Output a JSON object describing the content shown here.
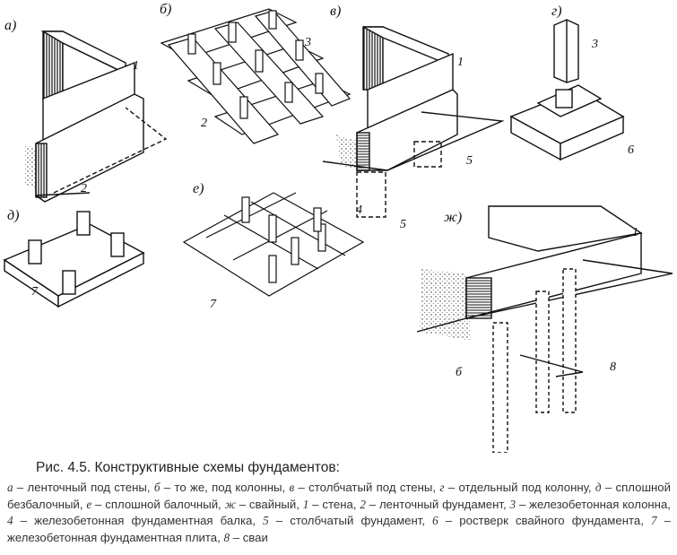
{
  "figure": {
    "panels": [
      {
        "letter": "а)"
      },
      {
        "letter": "б)"
      },
      {
        "letter": "в)"
      },
      {
        "letter": "г)"
      },
      {
        "letter": "д)"
      },
      {
        "letter": "е)"
      },
      {
        "letter": "ж)"
      }
    ],
    "callouts": {
      "a1": "1",
      "a2": "2",
      "b3": "3",
      "b2": "2",
      "v1": "1",
      "v5a": "5",
      "v4": "4",
      "v5b": "5",
      "g3": "3",
      "g6": "6",
      "d7": "7",
      "e7": "7",
      "zh1": "1",
      "zh6": "б",
      "zh8": "8"
    }
  },
  "caption": {
    "title": "Рис. 4.5. Конструктивные схемы фундаментов:",
    "items": [
      {
        "key": "а",
        "text": " – ленточный под стены, "
      },
      {
        "key": "б",
        "text": " – то же, под колонны, "
      },
      {
        "key": "в",
        "text": " – столбчатый под стены, "
      },
      {
        "key": "г",
        "text": " – отдельный под колонну, "
      },
      {
        "key": "д",
        "text": " – сплошной безбалочный, "
      },
      {
        "key": "е",
        "text": " – сплошной балочный, "
      },
      {
        "key": "ж",
        "text": " – свайный, "
      },
      {
        "key": "1",
        "text": " – стена, "
      },
      {
        "key": "2",
        "text": " – ленточный фундамент, "
      },
      {
        "key": "3",
        "text": " – железобетонная колонна, "
      },
      {
        "key": "4",
        "text": " – железобетонная фундаментная балка, "
      },
      {
        "key": "5",
        "text": " – столбчатый фундамент, "
      },
      {
        "key": "6",
        "text": " – ростверк свайного фундамента, "
      },
      {
        "key": "7",
        "text": " – железобетонная фундаментная плита, "
      },
      {
        "key": "8",
        "text": " – сваи"
      }
    ]
  }
}
